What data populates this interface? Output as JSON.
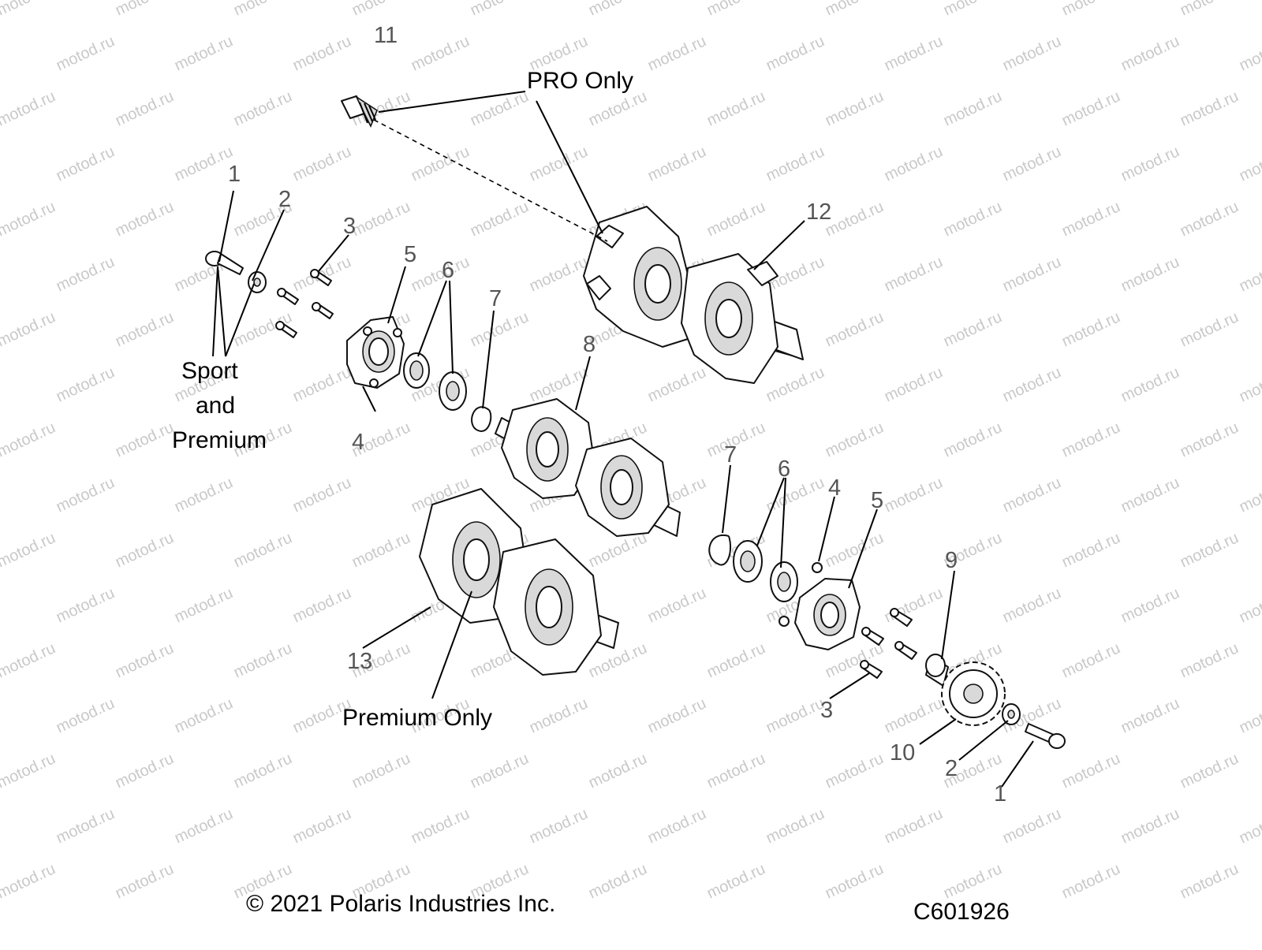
{
  "watermark": "motod.ru",
  "callouts": {
    "n1_top": "1",
    "n2_top": "2",
    "n3_top": "3",
    "n4_top": "4",
    "n5_top": "5",
    "n6_top": "6",
    "n7_top": "7",
    "n8": "8",
    "n11": "11",
    "n12": "12",
    "n13": "13",
    "n7_bot": "7",
    "n6_bot": "6",
    "n4_bot": "4",
    "n5_bot": "5",
    "n9": "9",
    "n3_bot": "3",
    "n10": "10",
    "n2_bot": "2",
    "n1_bot": "1"
  },
  "labels": {
    "pro_only": "PRO Only",
    "sport": "Sport",
    "and": "and",
    "premium": "Premium",
    "premium_only": "Premium Only"
  },
  "footer": {
    "copyright": "© 2021 Polaris Industries Inc.",
    "code": "C601926"
  }
}
